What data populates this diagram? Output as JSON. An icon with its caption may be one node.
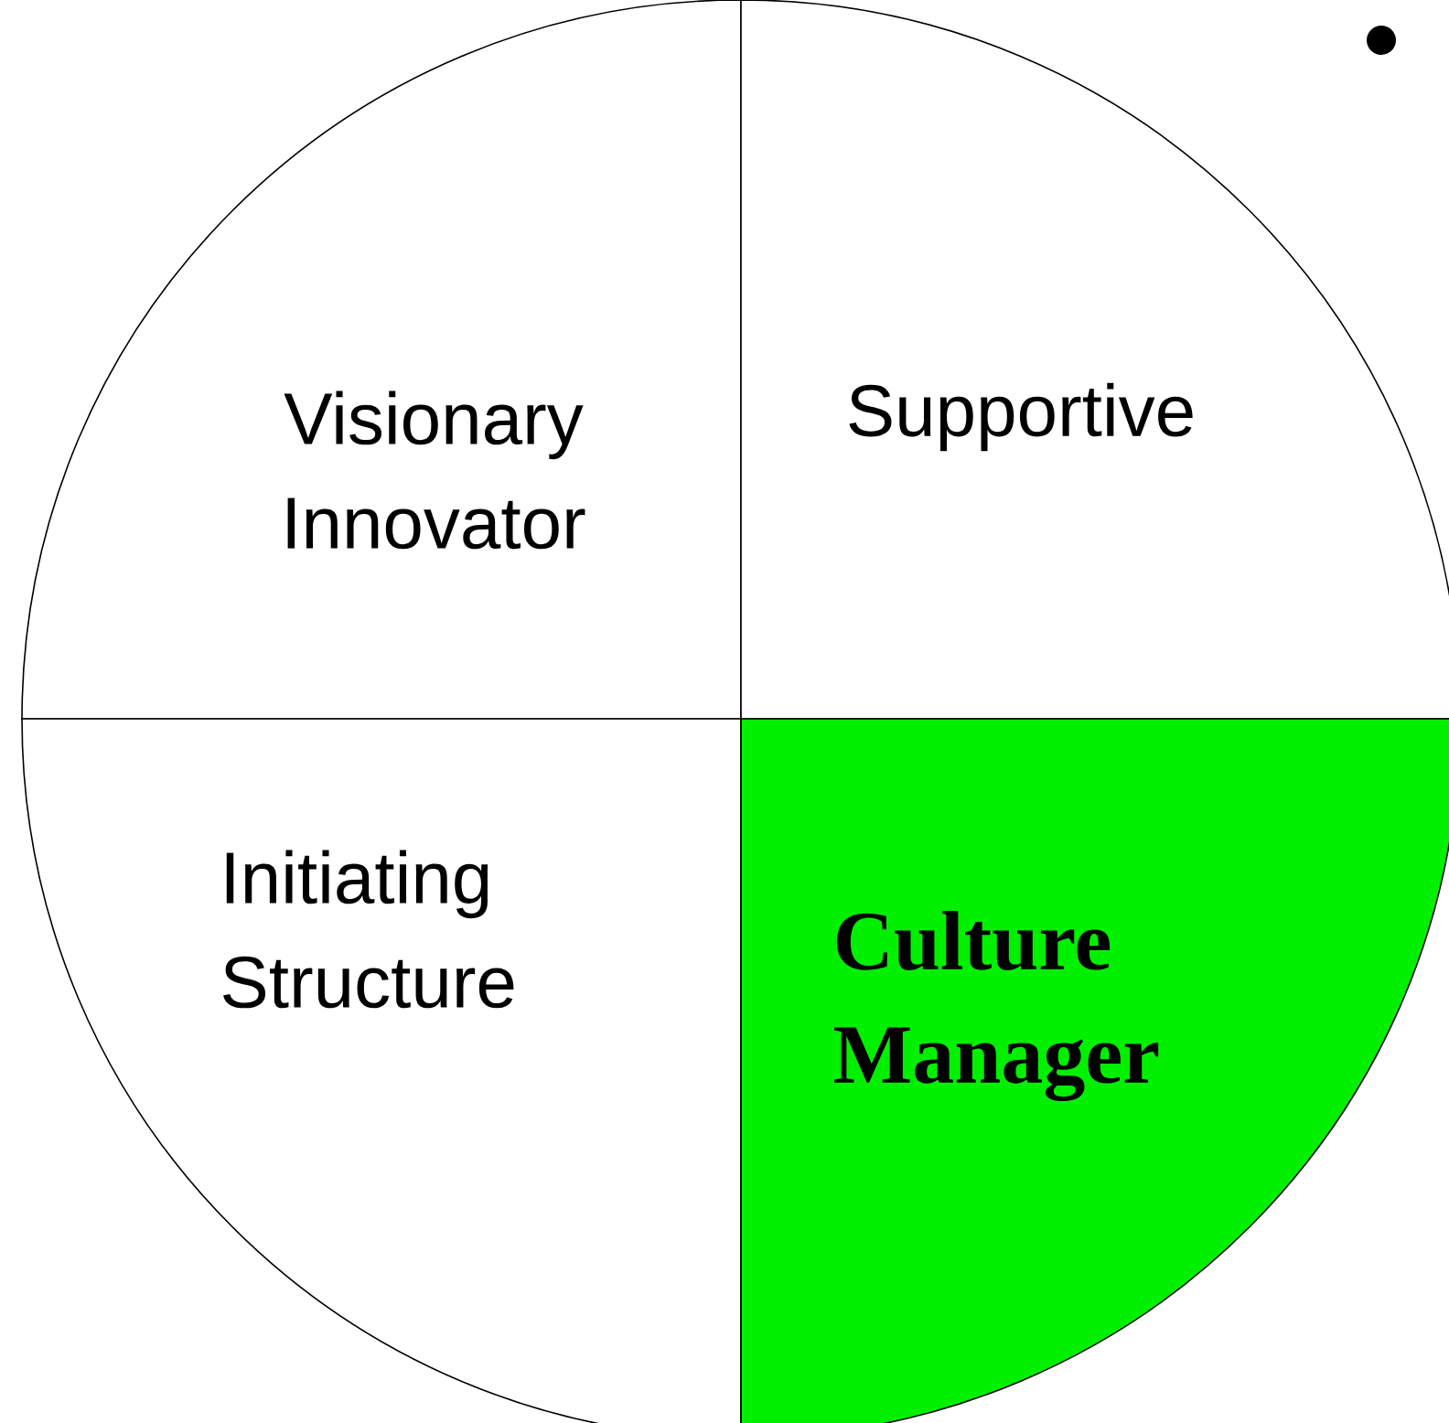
{
  "diagram": {
    "nodes": [
      {
        "text": [
          "Visionary Innovator"
        ]
      },
      {
        "text": [
          "Supportive"
        ]
      },
      {
        "text": [
          "Initiating Structure"
        ]
      },
      {
        "text": [
          "Culture Manager"
        ]
      }
    ]
  }
}
